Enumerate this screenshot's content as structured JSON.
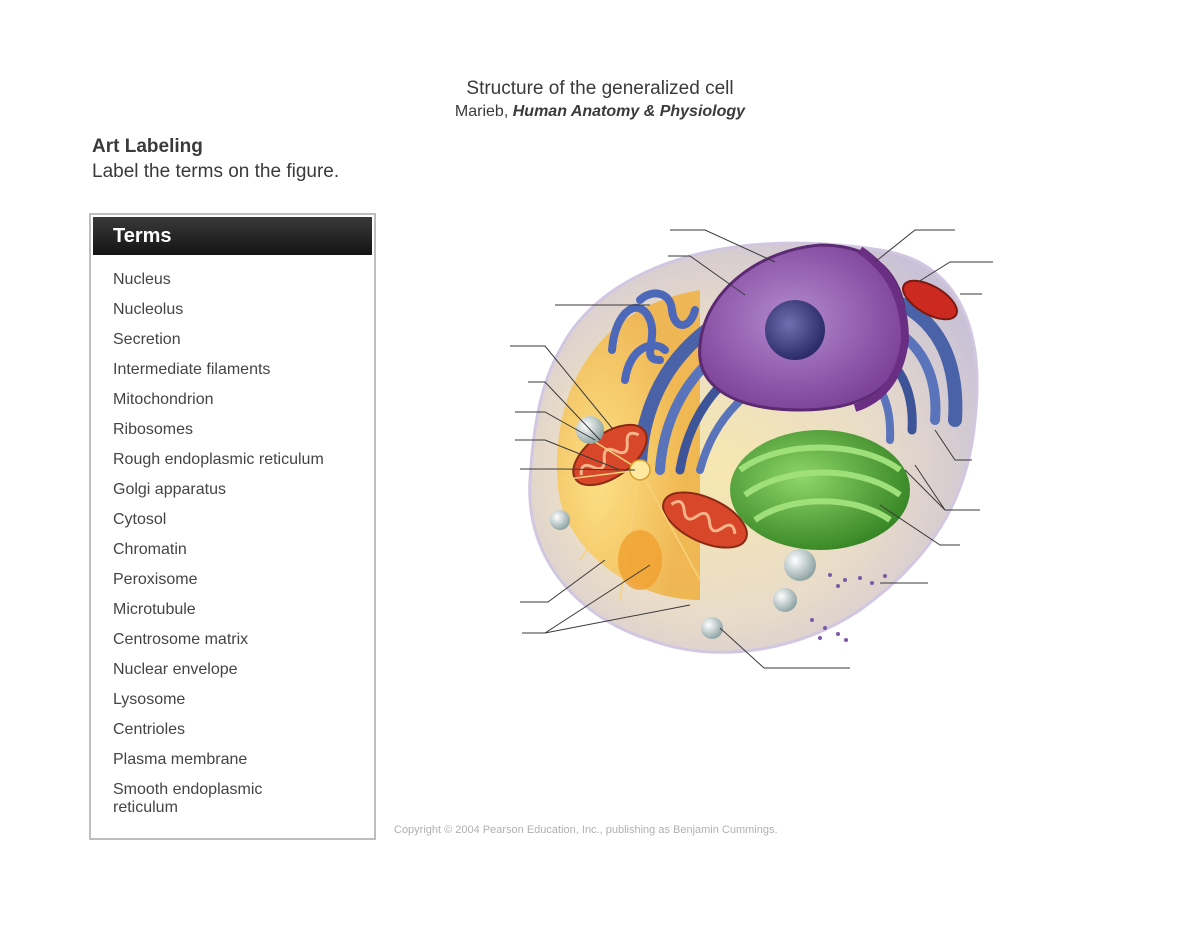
{
  "header": {
    "title": "Structure of the generalized cell",
    "subtitle_author": "Marieb,",
    "subtitle_book": "Human  Anatomy & Physiology"
  },
  "instructions": {
    "heading": "Art Labeling",
    "text": "Label the terms on the figure."
  },
  "terms_panel": {
    "header": "Terms",
    "items": [
      "Nucleus",
      "Nucleolus",
      "Secretion",
      "Intermediate filaments",
      "Mitochondrion",
      "Ribosomes",
      "Rough endoplasmic reticulum",
      "Golgi apparatus",
      "Cytosol",
      "Chromatin",
      "Peroxisome",
      "Microtubule",
      "Centrosome matrix",
      "Nuclear envelope",
      "Lysosome",
      "Centrioles",
      "Plasma membrane",
      "Smooth endoplasmic reticulum"
    ]
  },
  "figure": {
    "copyright": "Copyright © 2004 Pearson Education, Inc., publishing as Benjamin Cummings."
  },
  "colors": {
    "header_bar": "#1e1e1e",
    "box_border": "#bdbdbd",
    "nucleus": "#8a4fa0",
    "er": "#4a62a8",
    "golgi": "#3f9a2c",
    "mitochondrion": "#d8472a",
    "cytoplasm": "#f2c45a"
  }
}
